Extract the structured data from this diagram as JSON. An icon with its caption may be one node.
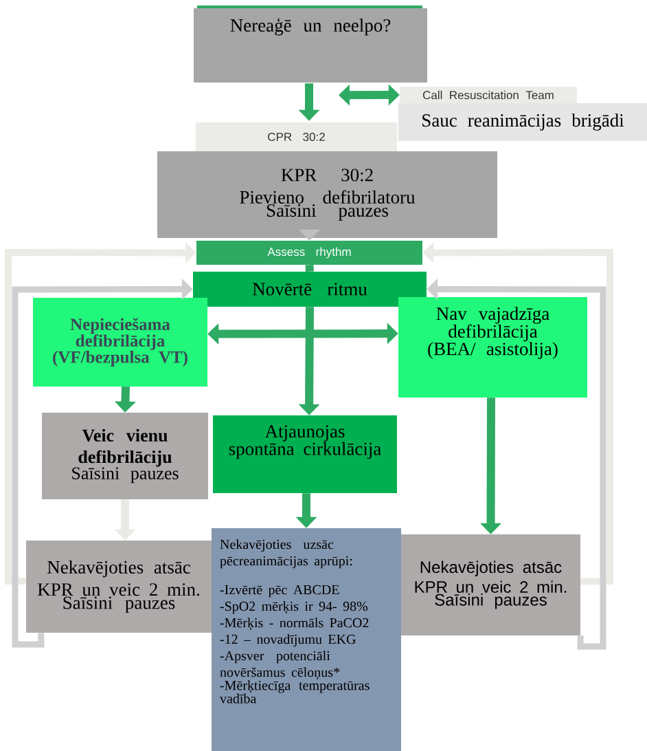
{
  "diagram": {
    "nodes": [
      {
        "text": [
          "Nereaģē un neelpo?"
        ]
      },
      {
        "text": [
          "Call Resuscitation Team"
        ]
      },
      {
        "text": [
          "Sauc reanimācijas brigādi"
        ]
      },
      {
        "text": [
          "CPR 30:2"
        ]
      },
      {
        "text": [
          "KPR 30:2",
          "Pievieno defibrilatoru",
          "Saīsini pauzes"
        ]
      },
      {
        "text": [
          "Assess rhythm"
        ]
      },
      {
        "text": [
          "Novērtē ritmu"
        ]
      },
      {
        "text": [
          "Nepieciešama defibrilācija (VF/bezpulsa VT)"
        ]
      },
      {
        "text": [
          "Nav vajadzīga defibrilācija (BEA/ asistolija)"
        ]
      },
      {
        "text": [
          "Veic vienu defibrilāciju",
          "Saīsini pauzes"
        ]
      },
      {
        "text": [
          "Atjaunojas spontāna cirkulācija"
        ]
      },
      {
        "text": [
          "Nekavējoties atsāc KPR un veic 2 min.",
          "Saīsini pauzes"
        ]
      },
      {
        "text": [
          "Nekavējoties uzsāc pēcreanimācijas aprūpi:",
          "-Izvērtē pēc ABCDE",
          "-SpO2 mērķis ir 94- 98%",
          "-Mērķis - normāls PaCO2",
          "-12 – novadījumu EKG",
          "-Apsver potenciāli novēršamus cēloņus*",
          "-Mērķtiecīga temperatūras vadība"
        ]
      },
      {
        "text": [
          "Nekavējoties atsāc KPR un veic 2 min.",
          "Saīsini pauzes"
        ]
      }
    ],
    "edges": [
      {
        "from": 0,
        "to": 3,
        "arrow": "to"
      },
      {
        "from": 0,
        "to": 1,
        "arrow": "both"
      },
      {
        "from": 4,
        "to": 5,
        "arrow": "to",
        "color": "#bfbfbf"
      },
      {
        "from": 5,
        "to": 6,
        "arrow": "none"
      },
      {
        "from": 6,
        "to": 10,
        "arrow": "to"
      },
      {
        "from": 7,
        "to": 8,
        "arrow": "both"
      },
      {
        "from": 7,
        "to": 9,
        "arrow": "to"
      },
      {
        "from": 8,
        "to": 13,
        "arrow": "to"
      },
      {
        "from": 9,
        "to": 11,
        "arrow": "to",
        "color": "#e9eae4"
      },
      {
        "from": 10,
        "to": 12,
        "arrow": "to"
      },
      {
        "from": 11,
        "to": 5,
        "arrow": "to",
        "color": "#ebebe6"
      },
      {
        "from": 11,
        "to": 6,
        "arrow": "to",
        "color": "#cfcfd1"
      },
      {
        "from": 13,
        "to": 5,
        "arrow": "to",
        "color": "#ebebe6"
      },
      {
        "from": 13,
        "to": 6,
        "arrow": "to",
        "color": "#cfcfd1"
      }
    ]
  }
}
